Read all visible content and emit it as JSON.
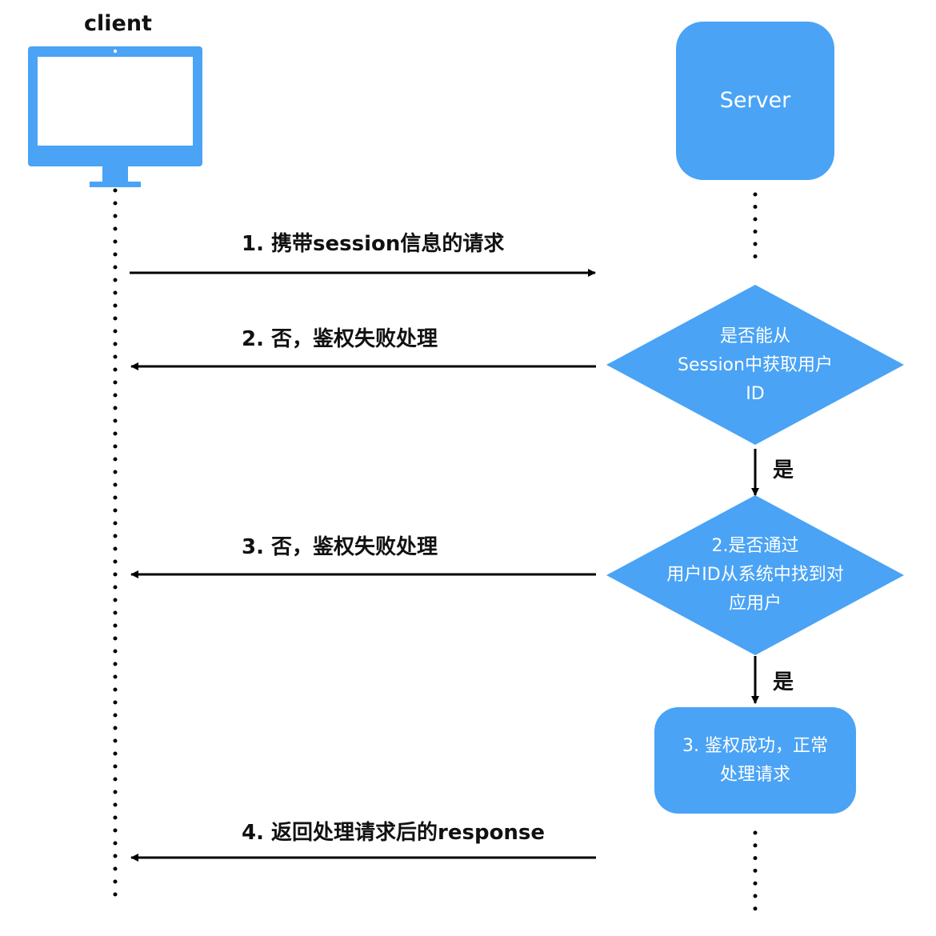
{
  "client": {
    "label": "client"
  },
  "server": {
    "label": "Server"
  },
  "decision1": {
    "lines": [
      "是否能从",
      "Session中获取用户",
      "ID"
    ]
  },
  "decision2": {
    "lines": [
      "2.是否通过",
      "用户ID从系统中找到对",
      "应用户"
    ]
  },
  "success": {
    "lines": [
      "3. 鉴权成功，正常",
      "处理请求"
    ]
  },
  "messages": {
    "m1": "1. 携带session信息的请求",
    "m2": "2. 否，鉴权失败处理",
    "m3": "3. 否，鉴权失败处理",
    "m4": "4. 返回处理请求后的response"
  },
  "yes_labels": [
    "是",
    "是"
  ],
  "colors": {
    "node": "#4aa3f5",
    "line": "#000000",
    "text_on_node": "#ffffff"
  }
}
